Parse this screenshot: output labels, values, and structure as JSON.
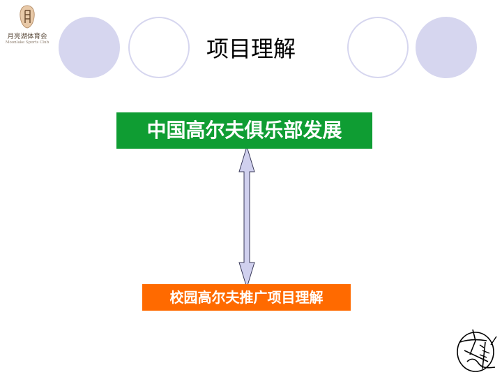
{
  "logo": {
    "name_cn": "月亮湖体育会",
    "name_en": "Moonlake Sports Club"
  },
  "slide": {
    "title": "项目理解",
    "top_box": "中国高尔夫俱乐部发展",
    "bottom_box": "校园高尔夫推广项目理解"
  },
  "colors": {
    "circle_fill": "#d6d6ef",
    "green_box": "#0f9d33",
    "orange_box": "#ff6a00",
    "arrow_fill": "#d0d0ee"
  },
  "icons": {
    "logo": "moon-logo-icon",
    "arrow": "double-arrow-icon",
    "seal": "signature-seal-icon"
  }
}
